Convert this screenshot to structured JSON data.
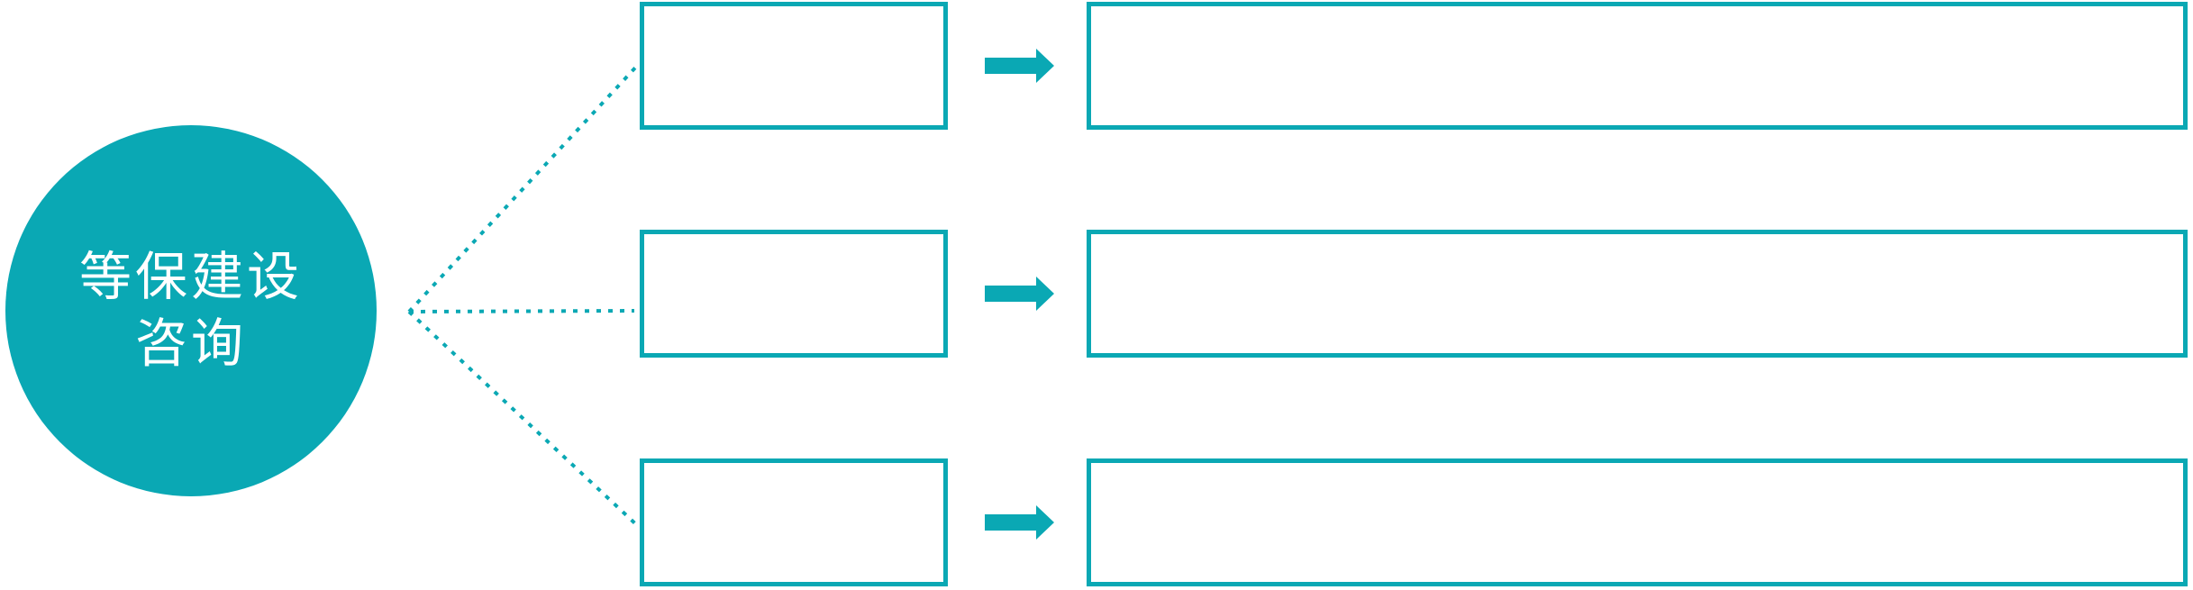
{
  "colors": {
    "accent": "#0AA8B4",
    "background": "#FFFFFF",
    "text_on_accent": "#FFFFFF"
  },
  "circle": {
    "line1": "等保建设",
    "line2": "咨询"
  },
  "rows": [
    {
      "step_label": "",
      "detail_label": ""
    },
    {
      "step_label": "",
      "detail_label": ""
    },
    {
      "step_label": "",
      "detail_label": ""
    }
  ],
  "icons": {
    "arrow": "right-block-arrow",
    "connector": "dotted-line"
  }
}
